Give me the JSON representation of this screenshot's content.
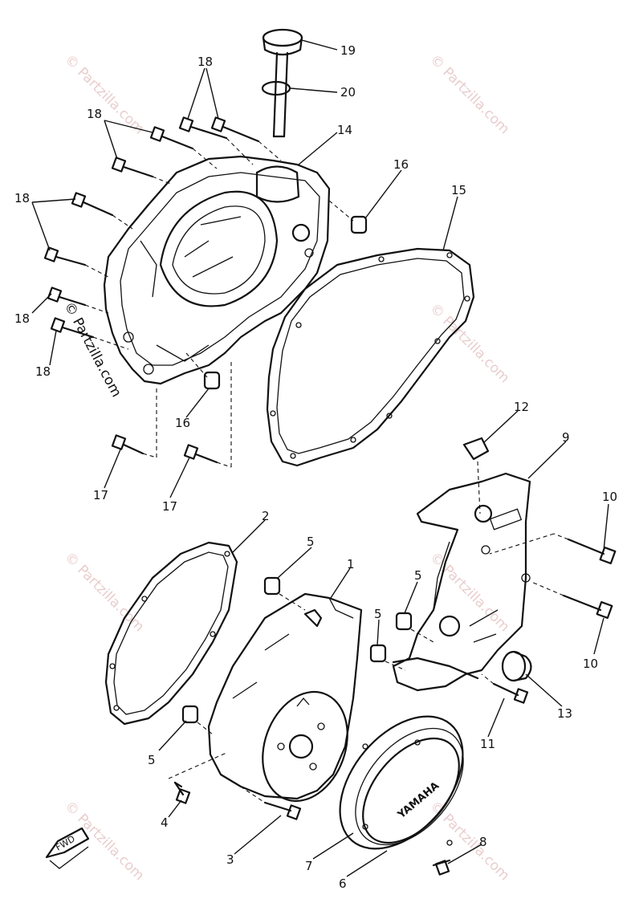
{
  "watermark": "© Partzilla.com",
  "fwd_label": "FWD",
  "brand_text": "YAMAHA",
  "callouts": [
    {
      "id": "c19",
      "label": "19"
    },
    {
      "id": "c20",
      "label": "20"
    },
    {
      "id": "c18a",
      "label": "18"
    },
    {
      "id": "c18b",
      "label": "18"
    },
    {
      "id": "c18c",
      "label": "18"
    },
    {
      "id": "c18d",
      "label": "18"
    },
    {
      "id": "c18e",
      "label": "18"
    },
    {
      "id": "c14",
      "label": "14"
    },
    {
      "id": "c16a",
      "label": "16"
    },
    {
      "id": "c15",
      "label": "15"
    },
    {
      "id": "c16b",
      "label": "16"
    },
    {
      "id": "c17a",
      "label": "17"
    },
    {
      "id": "c17b",
      "label": "17"
    },
    {
      "id": "c12",
      "label": "12"
    },
    {
      "id": "c9",
      "label": "9"
    },
    {
      "id": "c10a",
      "label": "10"
    },
    {
      "id": "c10b",
      "label": "10"
    },
    {
      "id": "c2",
      "label": "2"
    },
    {
      "id": "c5a",
      "label": "5"
    },
    {
      "id": "c1",
      "label": "1"
    },
    {
      "id": "c5b",
      "label": "5"
    },
    {
      "id": "c5c",
      "label": "5"
    },
    {
      "id": "c5d",
      "label": "5"
    },
    {
      "id": "c13",
      "label": "13"
    },
    {
      "id": "c11",
      "label": "11"
    },
    {
      "id": "c4",
      "label": "4"
    },
    {
      "id": "c3",
      "label": "3"
    },
    {
      "id": "c7",
      "label": "7"
    },
    {
      "id": "c8",
      "label": "8"
    },
    {
      "id": "c6",
      "label": "6"
    }
  ]
}
